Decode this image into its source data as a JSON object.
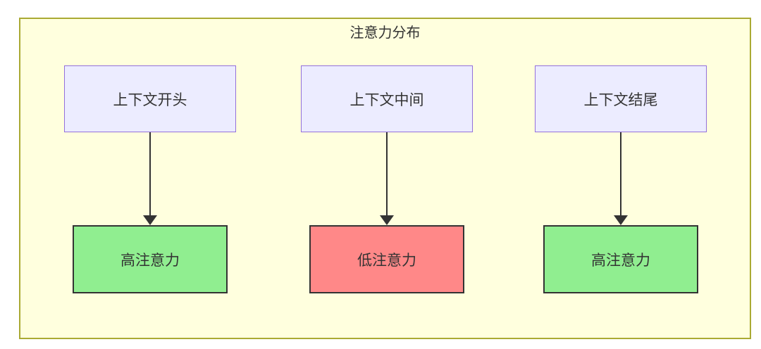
{
  "diagram": {
    "title": "注意力分布",
    "colors": {
      "container_bg": "#ffffde",
      "container_border": "#aaaa33",
      "node_bg": "#ececff",
      "node_border": "#9370db",
      "high_bg": "#90ee90",
      "low_bg": "#ff8888",
      "result_border": "#333333",
      "arrow": "#333333",
      "text": "#333333"
    },
    "columns": [
      {
        "source": "上下文开头",
        "result": "高注意力",
        "level": "high"
      },
      {
        "source": "上下文中间",
        "result": "低注意力",
        "level": "low"
      },
      {
        "source": "上下文结尾",
        "result": "高注意力",
        "level": "high"
      }
    ]
  }
}
